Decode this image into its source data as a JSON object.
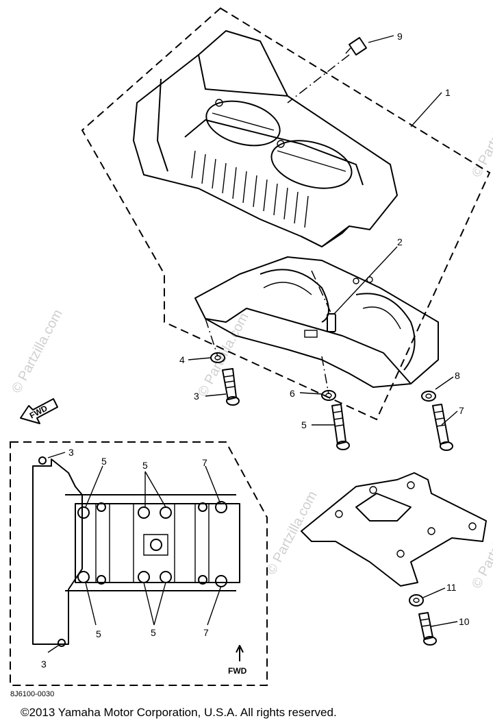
{
  "callouts": {
    "c1": "1",
    "c2": "2",
    "c3": "3",
    "c4": "4",
    "c5": "5",
    "c6": "6",
    "c7": "7",
    "c8": "8",
    "c9": "9",
    "c10": "10",
    "c11": "11"
  },
  "inset_callouts": {
    "a3_top": "3",
    "a3_bottom": "3",
    "a5_left_top": "5",
    "a5_mid_top": "5",
    "a5_left_bottom": "5",
    "a5_mid_bottom": "5",
    "a7_top": "7",
    "a7_bottom": "7"
  },
  "fwd": {
    "arrow_label": "FWD",
    "inset_label": "FWD"
  },
  "watermark": {
    "text": "© Partzilla.com"
  },
  "part_code": "8J6100-0030",
  "copyright": "©2013  Yamaha Motor Corporation, U.S.A. All rights reserved."
}
